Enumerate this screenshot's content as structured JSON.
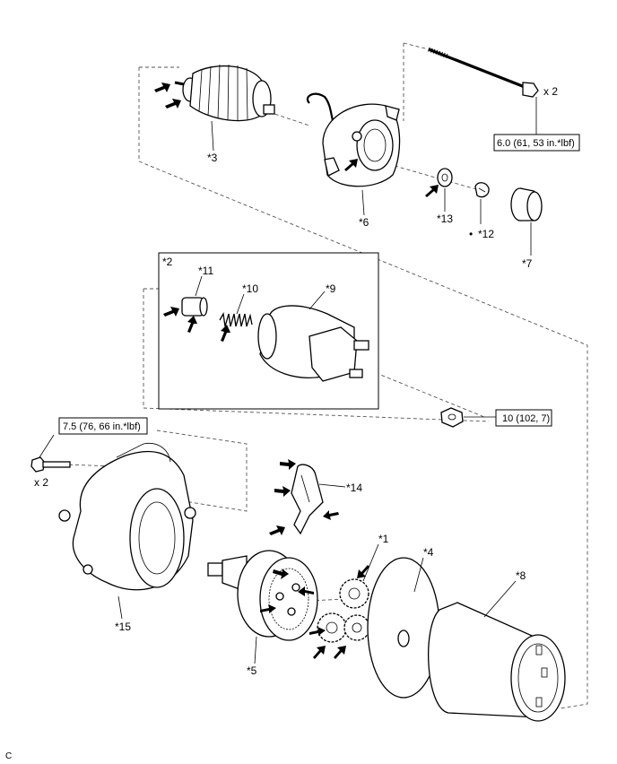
{
  "callouts": {
    "c1": "*1",
    "c2": "*2",
    "c3": "*3",
    "c4": "*4",
    "c5": "*5",
    "c6": "*6",
    "c7": "*7",
    "c8": "*8",
    "c9": "*9",
    "c10": "*10",
    "c11": "*11",
    "c12": "*12",
    "c13": "*13",
    "c14": "*14",
    "c15": "*15"
  },
  "torque": {
    "through_bolt": "6.0 (61, 53 in.*lbf)",
    "terminal_nut": "10 (102, 7)",
    "housing_bolt": "7.5 (76, 66 in.*lbf)"
  },
  "quantity": {
    "through_bolt": "x 2",
    "housing_bolt": "x 2"
  },
  "figure_code": "C",
  "bullet": "•"
}
